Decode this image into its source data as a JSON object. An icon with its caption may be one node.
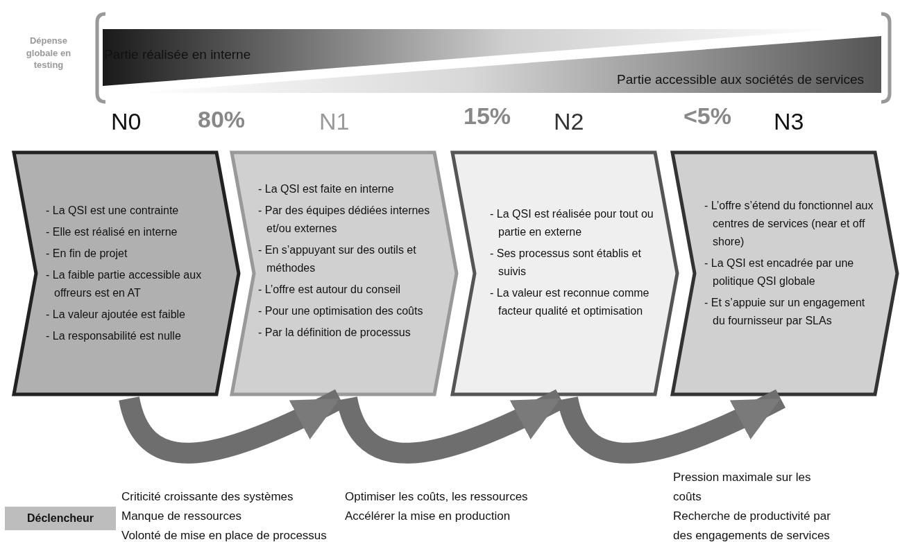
{
  "diagram": {
    "nodes": [
      {
        "text": [
          "N0",
          "- La QSI est une contrainte",
          "- Elle est réalisé en interne",
          "- En fin de projet",
          "- La faible partie accessible aux offreurs est en AT",
          "- La valeur ajoutée est faible",
          "- La responsabilité est nulle"
        ]
      },
      {
        "text": [
          "N1",
          "- La QSI est faite en interne",
          "- Par des équipes dédiées internes et/ou externes",
          "- En s’appuyant sur des outils et méthodes",
          "- L’offre est autour du conseil",
          "- Pour une optimisation des coûts",
          "- Par la définition de processus"
        ]
      },
      {
        "text": [
          "N2",
          "- La QSI est réalisée pour tout ou partie en externe",
          "- Ses processus sont établis et suivis",
          "- La valeur est reconnue comme facteur qualité et optimisation"
        ]
      },
      {
        "text": [
          "N3",
          "- L’offre s’étend du fonctionnel aux centres de services (near et off shore)",
          "- La QSI est encadrée par une politique QSI globale",
          "- Et s’appuie sur un engagement du fournisseur par SLAs"
        ]
      },
      {
        "text": [
          "Déclencheur"
        ]
      }
    ],
    "edges": [
      {
        "from": 0,
        "to": 1,
        "arrow": "to"
      },
      {
        "from": 1,
        "to": 2,
        "arrow": "to"
      },
      {
        "from": 2,
        "to": 3,
        "arrow": "to"
      }
    ],
    "labels": [
      "Dépense globale en testing",
      "Partie réalisée en interne",
      "Partie accessible aux sociétés de services",
      "80%",
      "15%",
      "<5%",
      "Criticité croissante des systèmes",
      "Manque de ressources",
      "Volonté de mise en place de processus",
      "Optimiser les coûts, les ressources",
      "Accélérer la mise en production",
      "Pression maximale sur les coûts",
      "Recherche de productivité par des engagements de services"
    ]
  }
}
